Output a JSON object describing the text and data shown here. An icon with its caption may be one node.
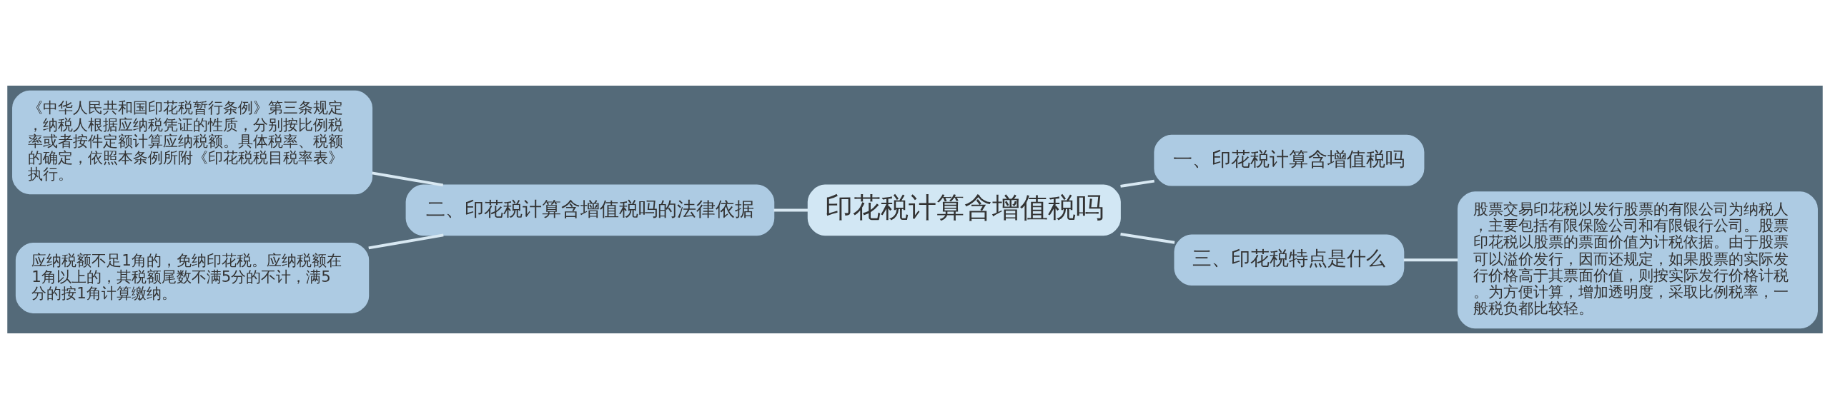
{
  "diagram": {
    "nodes": [
      {
        "text": [
          "印花税计算含增值税吗"
        ]
      },
      {
        "text": [
          "二、印花税计算含增值税吗的法律依据"
        ]
      },
      {
        "text": [
          "《中华人民共和国印花税暂行条例》第三条规定，纳税人根据应纳税凭证的性质，分别按比例税率或者按件定额计算应纳税额。具体税率、税额的确定，依照本条例所附《印花税税目税率表》执行。"
        ]
      },
      {
        "text": [
          "应纳税额不足1角的，免纳印花税。应纳税额在1角以上的，其税额尾数不满5分的不计，满5分的按1角计算缴纳。"
        ]
      },
      {
        "text": [
          "一、印花税计算含增值税吗"
        ]
      },
      {
        "text": [
          "三、印花税特点是什么"
        ]
      },
      {
        "text": [
          "股票交易印花税以发行股票的有限公司为纳税人，主要包括有限保险公司和有限银行公司。股票印花税以股票的票面价值为计税依据。由于股票可以溢价发行，因而还规定，如果股票的实际发行价格高于其票面价值，则按实际发行价格计税。为方便计算，增加透明度，采取比例税率，一般税负都比较轻。"
        ]
      }
    ],
    "edges": [
      {
        "from": 0,
        "to": 1,
        "arrow": "none"
      },
      {
        "from": 1,
        "to": 2,
        "arrow": "none"
      },
      {
        "from": 1,
        "to": 3,
        "arrow": "none"
      },
      {
        "from": 0,
        "to": 4,
        "arrow": "none"
      },
      {
        "from": 0,
        "to": 5,
        "arrow": "none"
      },
      {
        "from": 5,
        "to": 6,
        "arrow": "none"
      }
    ]
  }
}
